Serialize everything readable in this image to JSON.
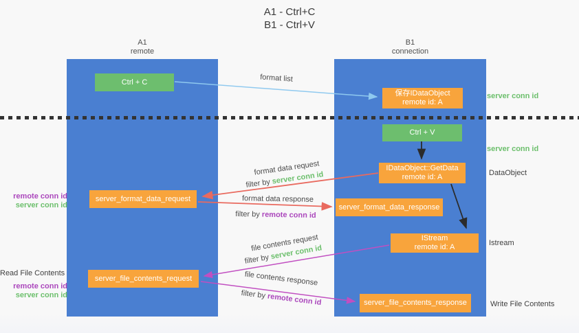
{
  "title": {
    "line1": "A1 - Ctrl+C",
    "line2": "B1 - Ctrl+V"
  },
  "columns": {
    "a": {
      "id": "A1",
      "name": "remote"
    },
    "b": {
      "id": "B1",
      "name": "connection"
    }
  },
  "boxes": {
    "ctrl_c": {
      "label": "Ctrl + C"
    },
    "ctrl_v": {
      "label": "Ctrl + V"
    },
    "save_dataobject": {
      "line1": "保存IDataObject",
      "line2": "remote id: A"
    },
    "getdata": {
      "line1": "IDataObject::GetData",
      "line2": "remote id: A"
    },
    "istream": {
      "line1": "IStream",
      "line2": "remote id: A"
    },
    "format_request": {
      "label": "server_format_data_request"
    },
    "format_response": {
      "label": "server_format_data_response"
    },
    "file_request": {
      "label": "server_file_contents_request"
    },
    "file_response": {
      "label": "server_file_contents_response"
    }
  },
  "right_labels": {
    "server_conn_id_top": "server conn id",
    "server_conn_id_mid": "server conn id",
    "dataobject": "DataObject",
    "istream": "Istream",
    "write_file_contents": "Write File Contents"
  },
  "left_labels": {
    "format_remote_conn_id": "remote conn id",
    "format_server_conn_id": "server conn id",
    "read_file_contents": "Read File Contents",
    "file_remote_conn_id": "remote conn id",
    "file_server_conn_id": "server conn id"
  },
  "arrow_labels": {
    "format_list": "format list",
    "format_data_request": "format data request",
    "filter_by_1_prefix": "filter by ",
    "filter_by_1_key": "server conn id",
    "format_data_response": "format data response",
    "filter_by_2_prefix": "filter by ",
    "filter_by_2_key": "remote conn id",
    "file_contents_request": "file contents request",
    "filter_by_3_prefix": "filter by ",
    "filter_by_3_key": "server conn id",
    "file_contents_response": "file contents response",
    "filter_by_4_prefix": "filter by ",
    "filter_by_4_key": "remote conn id"
  },
  "colors": {
    "column_blue": "#4A7FD1",
    "box_green": "#6DBE6E",
    "box_orange": "#F8A43C",
    "arrow_lightblue": "#8FC9EF",
    "arrow_red": "#E96A5F",
    "arrow_magenta": "#C14FC1",
    "arrow_black": "#2B2B2B",
    "text_green": "#6CBF6C",
    "text_purple": "#AB47BC",
    "text_dark": "#3F3F3F"
  }
}
